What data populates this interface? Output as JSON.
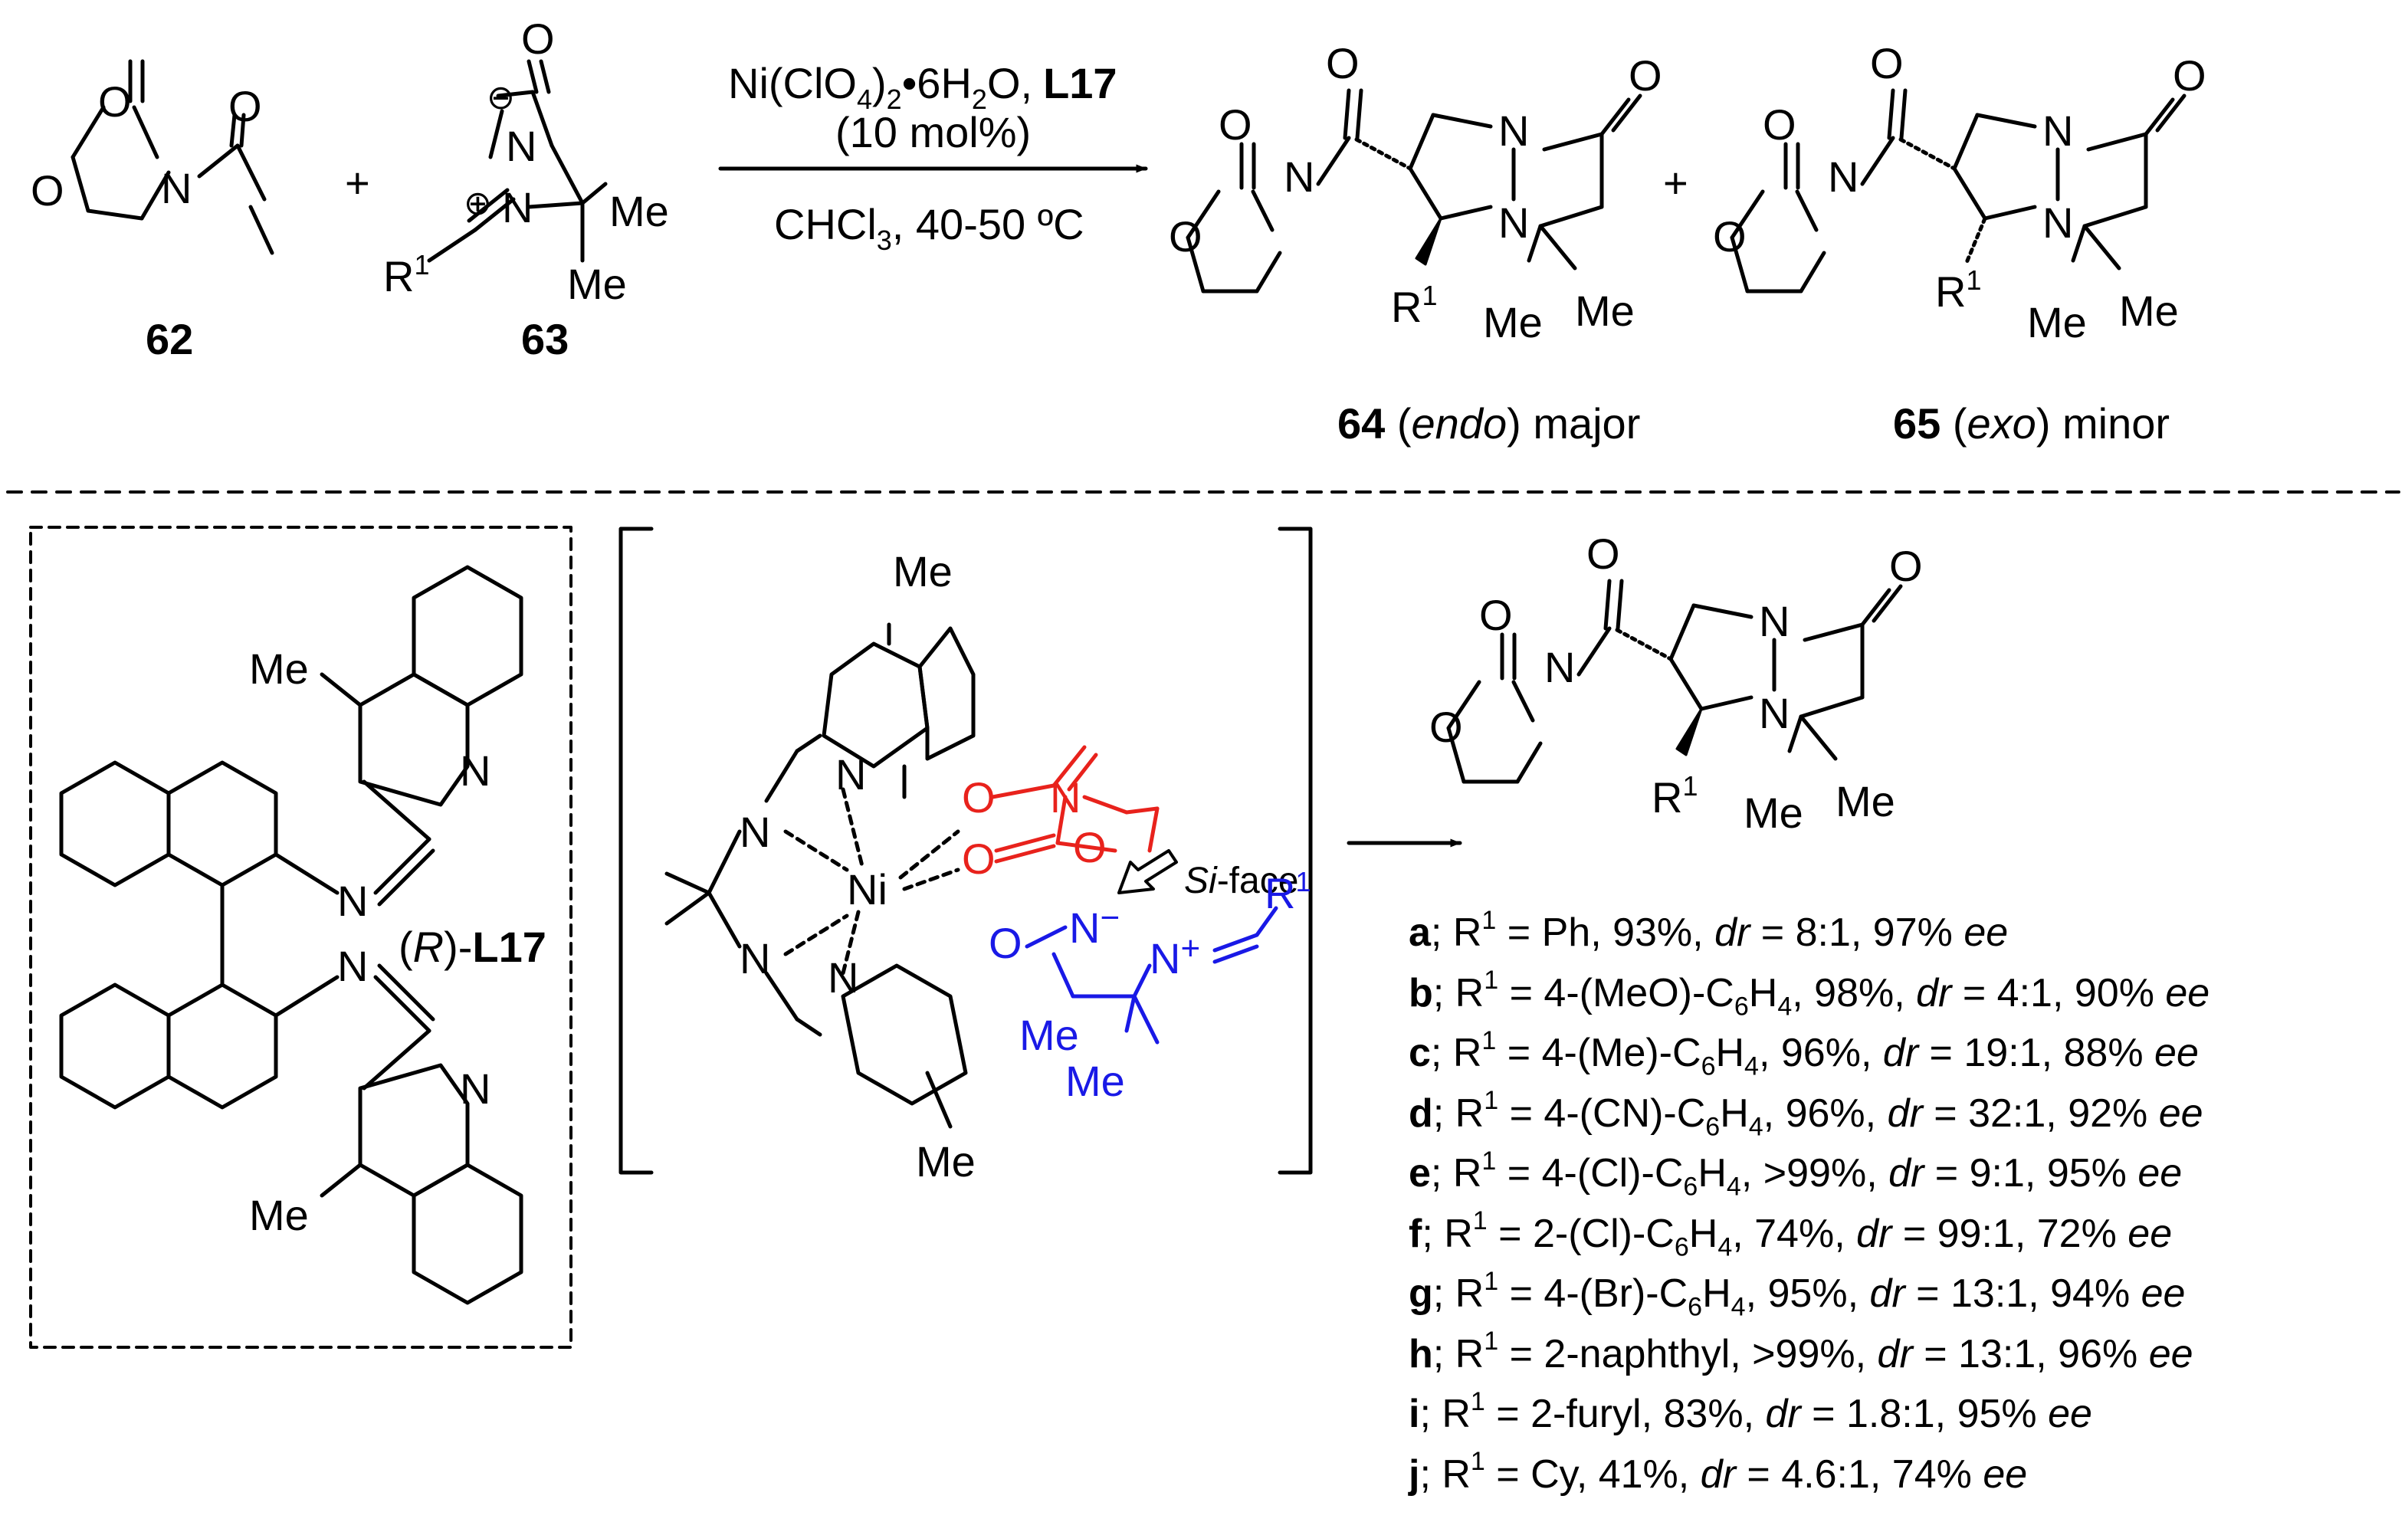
{
  "reaction": {
    "compounds": {
      "c62": "62",
      "c63": "63",
      "c64": "64",
      "c65": "65"
    },
    "reagent_line1_pre": "Ni(ClO",
    "reagent_line1_sub1": "4",
    "reagent_line1_mid": ")",
    "reagent_line1_sub2": "2",
    "reagent_line1_mid2": "•6H",
    "reagent_line1_sub3": "2",
    "reagent_line1_post": "O,",
    "reagent_ligand": "L17",
    "reagent_line2": "(10 mol%)",
    "conditions_pre": "CHCl",
    "conditions_sub": "3",
    "conditions_post": ", 40-50 ºC",
    "endo_label": "endo",
    "endo_suffix": "major",
    "exo_label": "exo",
    "exo_suffix": "minor",
    "plus": "+"
  },
  "atoms": {
    "O": "O",
    "N": "N",
    "Me": "Me",
    "R": "R",
    "one": "1",
    "Ni": "Ni",
    "minus": "⊖",
    "plus_circ": "⊕",
    "Nminus": "N",
    "Nplus": "N"
  },
  "ligand": {
    "name_pre": "(",
    "name_R": "R",
    "name_post": ")-",
    "name_bold": "L17"
  },
  "transition_state": {
    "si_face_italic": "Si",
    "si_face_rest": "-face"
  },
  "results": [
    {
      "id": "a",
      "r1": "Ph",
      "yield": "93%",
      "dr": "8:1",
      "ee": "97%"
    },
    {
      "id": "b",
      "r1_pre": "4-(MeO)-C",
      "sub1": "6",
      "mid": "H",
      "sub2": "4",
      "yield": "98%",
      "dr": "4:1",
      "ee": "90%"
    },
    {
      "id": "c",
      "r1_pre": "4-(Me)-C",
      "sub1": "6",
      "mid": "H",
      "sub2": "4",
      "yield": "96%",
      "dr": "19:1",
      "ee": "88%"
    },
    {
      "id": "d",
      "r1_pre": "4-(CN)-C",
      "sub1": "6",
      "mid": "H",
      "sub2": "4",
      "yield": "96%",
      "dr": "32:1",
      "ee": "92%"
    },
    {
      "id": "e",
      "r1_pre": "4-(Cl)-C",
      "sub1": "6",
      "mid": "H",
      "sub2": "4",
      "yield": ">99%",
      "dr": "9:1",
      "ee": "95%"
    },
    {
      "id": "f",
      "r1_pre": "2-(Cl)-C",
      "sub1": "6",
      "mid": "H",
      "sub2": "4",
      "yield": "74%",
      "dr": "99:1",
      "ee": "72%"
    },
    {
      "id": "g",
      "r1_pre": "4-(Br)-C",
      "sub1": "6",
      "mid": "H",
      "sub2": "4",
      "yield": "95%",
      "dr": "13:1",
      "ee": "94%"
    },
    {
      "id": "h",
      "r1": "2-naphthyl",
      "yield": ">99%",
      "dr": "13:1",
      "ee": "96%"
    },
    {
      "id": "i",
      "r1": "2-furyl",
      "yield": "83%",
      "dr": "1.8:1",
      "ee": "95%"
    },
    {
      "id": "j",
      "r1": "Cy",
      "yield": "41%",
      "dr": "4.6:1",
      "ee": "74%"
    }
  ],
  "result_words": {
    "r_symbol": "R",
    "r_sup": "1",
    "equals": " = ",
    "dr": "dr",
    "ee": "ee"
  }
}
